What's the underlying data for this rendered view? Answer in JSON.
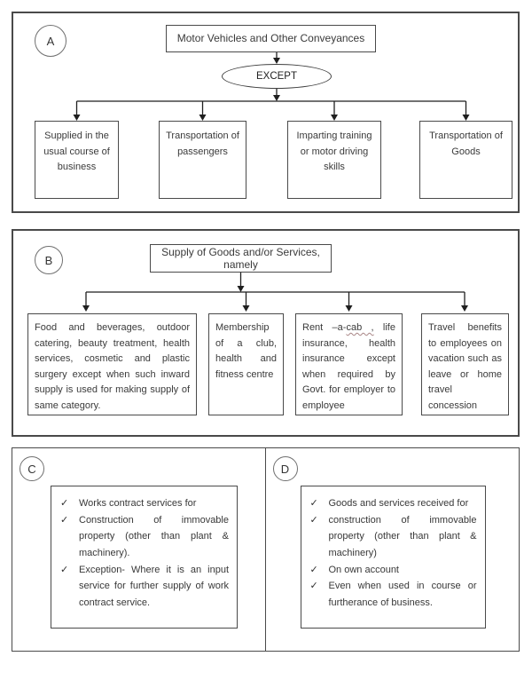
{
  "panels": {
    "a": {
      "badge": "A",
      "root": "Motor Vehicles and Other Conveyances",
      "except_label": "EXCEPT",
      "boxes": [
        "Supplied in the usual course of business",
        "Transportation of passengers",
        "Imparting training or motor driving skills",
        "Transportation of Goods"
      ]
    },
    "b": {
      "badge": "B",
      "root": "Supply of Goods and/or Services, namely",
      "box1": "Food and beverages, outdoor catering, beauty treatment, health services, cosmetic and plastic surgery except when such inward supply is used for making supply of same category.",
      "box2": "Membership of a club, health and fitness centre",
      "box3_pre": "Rent –a-",
      "box3_misspelled": "cab ,",
      "box3_post": " life insurance, health insurance except when required by Govt. for employer to employee",
      "box4": "Travel benefits to employees on vacation such as leave or home travel concession"
    },
    "c": {
      "badge": "C",
      "check_glyph": "✓",
      "items": [
        "Works contract services for",
        "Construction of immovable property (other than plant & machinery).",
        "Exception- Where it is an input service for further supply of work contract service."
      ]
    },
    "d": {
      "badge": "D",
      "check_glyph": "✓",
      "items": [
        "Goods and services received for",
        "construction of immovable property (other than plant & machinery)",
        "On own account",
        "Even when used in course or furtherance of business."
      ]
    }
  },
  "colors": {
    "panel_border": "#4a4a4a",
    "line": "#1f1f1f",
    "text": "#3a3a3a",
    "squiggle": "#a88585",
    "background": "#ffffff"
  }
}
